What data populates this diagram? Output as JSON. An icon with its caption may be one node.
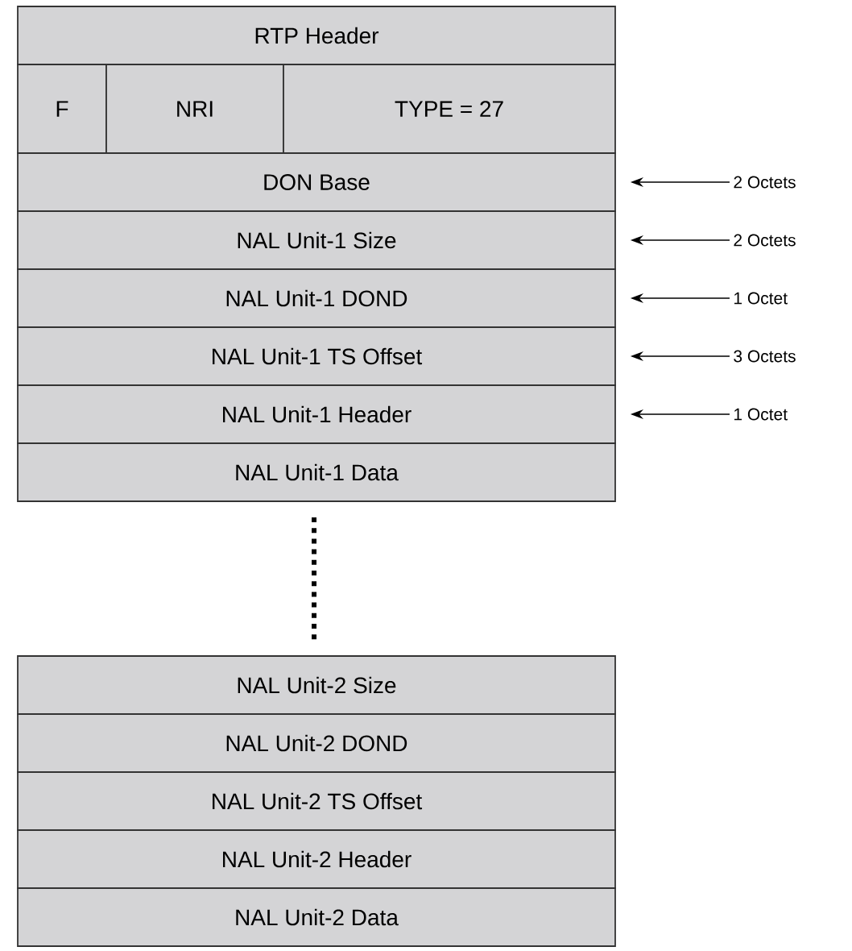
{
  "diagram": {
    "nodes": [
      {
        "text": [
          "RTP Header"
        ]
      },
      {
        "text": [
          "F"
        ]
      },
      {
        "text": [
          "NRI"
        ]
      },
      {
        "text": [
          "TYPE = 27"
        ]
      },
      {
        "text": [
          "DON Base"
        ]
      },
      {
        "text": [
          "NAL Unit-1 Size"
        ]
      },
      {
        "text": [
          "NAL Unit-1 DOND"
        ]
      },
      {
        "text": [
          "NAL Unit-1 TS Offset"
        ]
      },
      {
        "text": [
          "NAL Unit-1 Header"
        ]
      },
      {
        "text": [
          "NAL Unit-1 Data"
        ]
      },
      {
        "text": [
          "NAL Unit-2 Size"
        ]
      },
      {
        "text": [
          "NAL Unit-2 DOND"
        ]
      },
      {
        "text": [
          "NAL Unit-2 TS Offset"
        ]
      },
      {
        "text": [
          "NAL Unit-2 Header"
        ]
      },
      {
        "text": [
          "NAL Unit-2 Data"
        ]
      },
      {
        "text": [
          "2 Octets"
        ]
      },
      {
        "text": [
          "2 Octets"
        ]
      },
      {
        "text": [
          "1 Octet"
        ]
      },
      {
        "text": [
          "3 Octets"
        ]
      },
      {
        "text": [
          "1 Octet"
        ]
      }
    ],
    "edges": [
      {
        "from": 15,
        "to": 4,
        "arrow": "to"
      },
      {
        "from": 16,
        "to": 5,
        "arrow": "to"
      },
      {
        "from": 17,
        "to": 6,
        "arrow": "to"
      },
      {
        "from": 18,
        "to": 7,
        "arrow": "to"
      },
      {
        "from": 19,
        "to": 8,
        "arrow": "to"
      }
    ]
  }
}
